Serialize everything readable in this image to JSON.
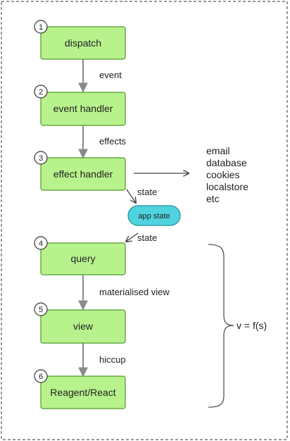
{
  "diagram": {
    "steps": [
      {
        "number": "1",
        "label": "dispatch"
      },
      {
        "number": "2",
        "label": "event handler"
      },
      {
        "number": "3",
        "label": "effect handler"
      },
      {
        "number": "4",
        "label": "query"
      },
      {
        "number": "5",
        "label": "view"
      },
      {
        "number": "6",
        "label": "Reagent/React"
      }
    ],
    "edges": [
      {
        "label": "event"
      },
      {
        "label": "effects"
      },
      {
        "label": "state"
      },
      {
        "label": "state"
      },
      {
        "label": "materialised view"
      },
      {
        "label": "hiccup"
      }
    ],
    "app_state": "app state",
    "side_effects": [
      "email",
      "database",
      "cookies",
      "localstore",
      "etc"
    ],
    "formula": "v = f(s)"
  },
  "colors": {
    "box_fill": "#b8f28c",
    "box_stroke": "#4f9a2c",
    "state_fill": "#4fd3df",
    "state_stroke": "#1f8f99",
    "arrow": "#8a8a8a"
  }
}
